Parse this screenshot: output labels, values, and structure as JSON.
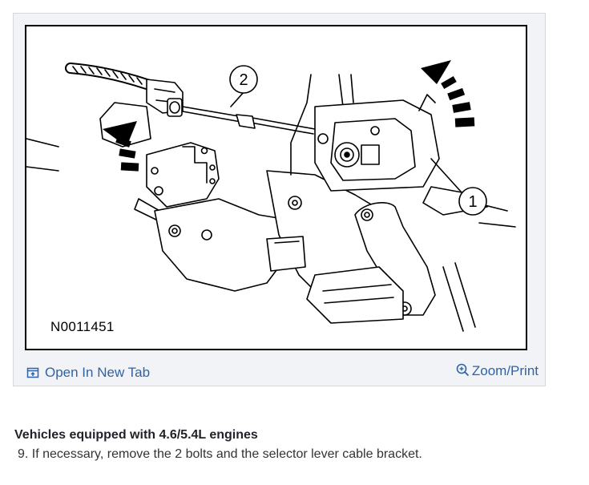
{
  "figure": {
    "code": "N0011451",
    "callouts": [
      {
        "label": "1"
      },
      {
        "label": "2"
      }
    ]
  },
  "toolbar": {
    "open_tab_label": "Open In New Tab",
    "open_tab_icon": "open-in-new-tab-icon",
    "zoom_label": "Zoom/Print",
    "zoom_icon": "magnifier-plus-icon"
  },
  "content": {
    "heading": "Vehicles equipped with 4.6/5.4L engines",
    "step_number": "9.",
    "step_text": "If necessary, remove the 2 bolts and the selector lever cable bracket."
  },
  "colors": {
    "link": "#2f63a8",
    "card_bg": "#f1f3f6"
  }
}
